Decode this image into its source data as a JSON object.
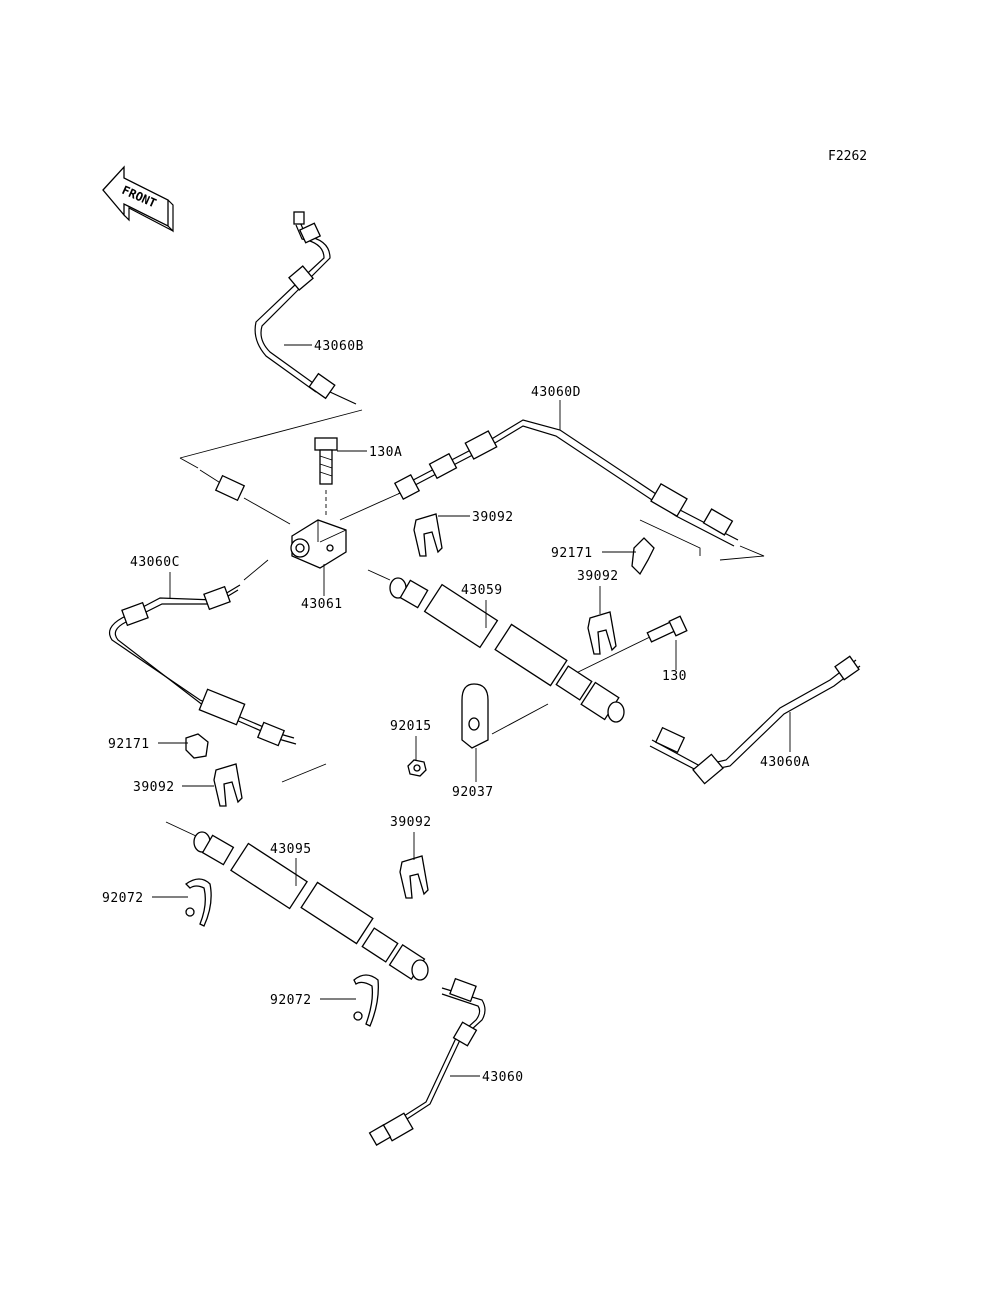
{
  "figure_code": "F2262",
  "front_arrow_label": "FRONT",
  "callouts": {
    "p43060B": "43060B",
    "p43060D": "43060D",
    "p130A": "130A",
    "p39092_a": "39092",
    "p92171_a": "92171",
    "p39092_b": "39092",
    "p43060C": "43060C",
    "p43059": "43059",
    "p130": "130",
    "p43061": "43061",
    "p92015": "92015",
    "p92037": "92037",
    "p43060A": "43060A",
    "p92171_b": "92171",
    "p39092_c": "39092",
    "p39092_d": "39092",
    "p43095": "43095",
    "p92072_a": "92072",
    "p92072_b": "92072",
    "p43060": "43060"
  }
}
